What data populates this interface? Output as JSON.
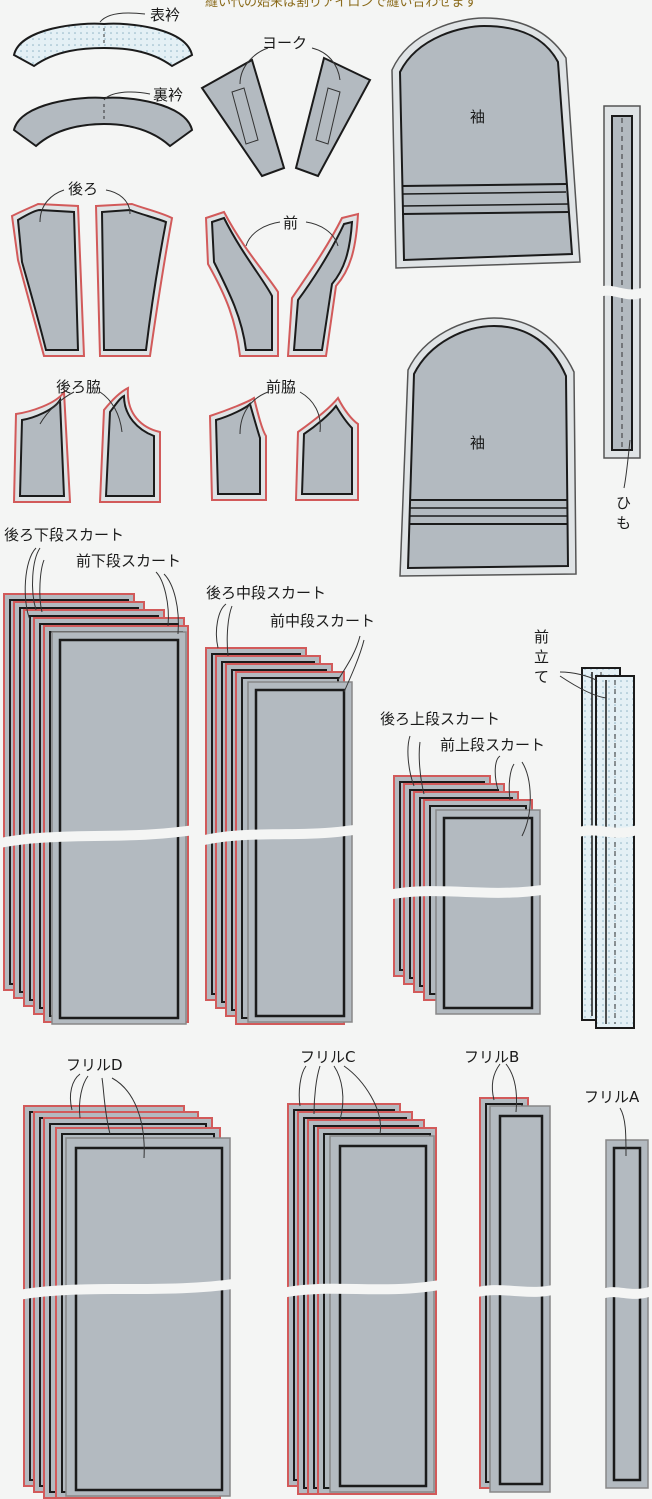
{
  "header_text": "縫い代の始末は割りアイロンで縫い合わせます",
  "labels": {
    "omote_eri": "表衿",
    "ura_eri": "裏衿",
    "yoke": "ヨーク",
    "sode_top": "袖",
    "sode_bottom": "袖",
    "ushiro": "後ろ",
    "mae": "前",
    "himo_1": "ひ",
    "himo_2": "も",
    "ushiro_waki": "後ろ脇",
    "mae_waki": "前脇",
    "ushiro_gedan": "後ろ下段スカート",
    "mae_gedan": "前下段スカート",
    "ushiro_chudan": "後ろ中段スカート",
    "mae_chudan": "前中段スカート",
    "maetate_1": "前",
    "maetate_2": "立",
    "maetate_3": "て",
    "ushiro_jodan": "後ろ上段スカート",
    "mae_jodan": "前上段スカート",
    "frill_d": "フリルD",
    "frill_c": "フリルC",
    "frill_b": "フリルB",
    "frill_a": "フリルA"
  },
  "colors": {
    "fabric": "#b3bac0",
    "outline": "#1b1b1b",
    "margin": "#dfe3e5",
    "serge": "#d25a5a"
  }
}
